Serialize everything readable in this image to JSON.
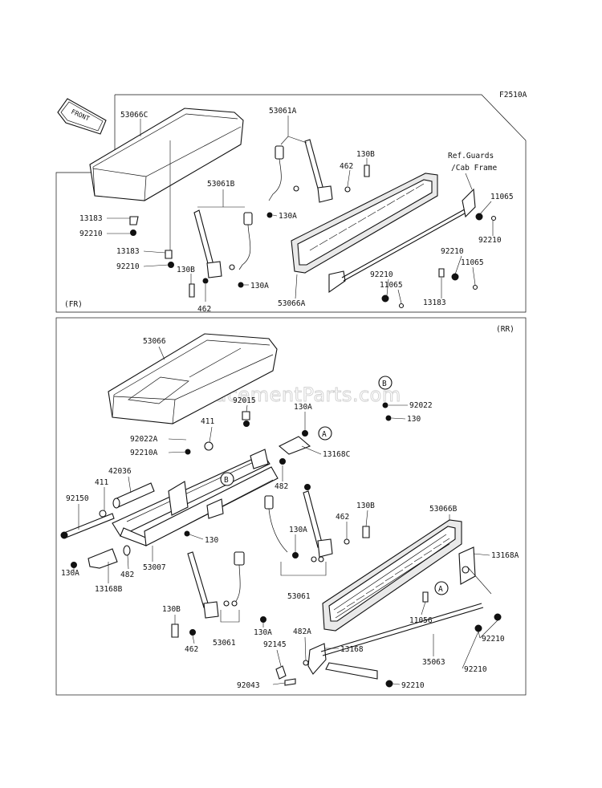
{
  "figure_code": "F2510A",
  "front_label": "FRONT",
  "watermark": "eReplacementParts.com",
  "sections": {
    "front": "(FR)",
    "rear": "(RR)"
  },
  "ref_note": [
    "Ref.Guards",
    "/Cab Frame"
  ],
  "callouts": {
    "a": "A",
    "b": "B"
  },
  "parts_front": [
    "53066C",
    "53061A",
    "130B",
    "462",
    "13183",
    "92210",
    "13183",
    "92210",
    "130B",
    "462",
    "53061B",
    "130A",
    "130A",
    "11065",
    "92210",
    "92210",
    "11065",
    "92210",
    "11065",
    "13183",
    "53066A"
  ],
  "parts_rear": [
    "53066",
    "92015",
    "411",
    "92022A",
    "92210A",
    "130A",
    "13168C",
    "92022",
    "130",
    "42036",
    "411",
    "92150",
    "482",
    "130B",
    "462",
    "53066B",
    "130",
    "130A",
    "13168A",
    "53007",
    "130A",
    "13168B",
    "482",
    "130B",
    "462",
    "53061",
    "130A",
    "53061",
    "11056",
    "482A",
    "92145",
    "13168",
    "92210",
    "35063",
    "92210",
    "92043",
    "92210"
  ]
}
